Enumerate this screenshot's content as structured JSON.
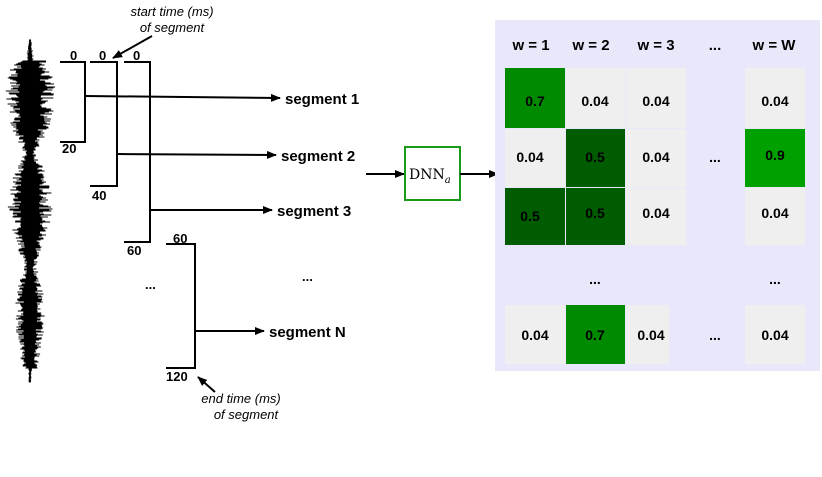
{
  "annotations": {
    "start_line1": "start time (ms)",
    "start_line2": "of segment",
    "end_line1": "end time (ms)",
    "end_line2": "of segment"
  },
  "ticks": {
    "s1_start": "0",
    "s1_end": "20",
    "s2_start": "0",
    "s2_end": "40",
    "s3_start": "0",
    "s3_end": "60",
    "sN_start": "60",
    "sN_end": "120",
    "left_ellipsis": "...",
    "mid_ellipsis": "..."
  },
  "segments": {
    "s1": "segment 1",
    "s2": "segment 2",
    "s3": "segment 3",
    "sN": "segment N"
  },
  "dnn": {
    "label": "DNN",
    "subscript": "a"
  },
  "matrix": {
    "headers": [
      "w = 1",
      "w = 2",
      "w = 3",
      "...",
      "w = W"
    ],
    "rows": [
      [
        "0.7",
        "0.04",
        "0.04",
        "",
        "0.04"
      ],
      [
        "0.04",
        "0.5",
        "0.04",
        "...",
        "0.9"
      ],
      [
        "0.5",
        "0.5",
        "0.04",
        "",
        "0.04"
      ],
      [
        "",
        "...",
        "",
        "",
        "..."
      ],
      [
        "0.04",
        "0.7",
        "0.04",
        "...",
        "0.04"
      ]
    ]
  },
  "colors": {
    "panel_bg": "#e8e8fa",
    "cell_grey": "#efefef",
    "green_dark": "#005c00",
    "green_mid": "#008a00",
    "green_bright": "#00a000",
    "dnn_border": "#1a9a1a"
  }
}
